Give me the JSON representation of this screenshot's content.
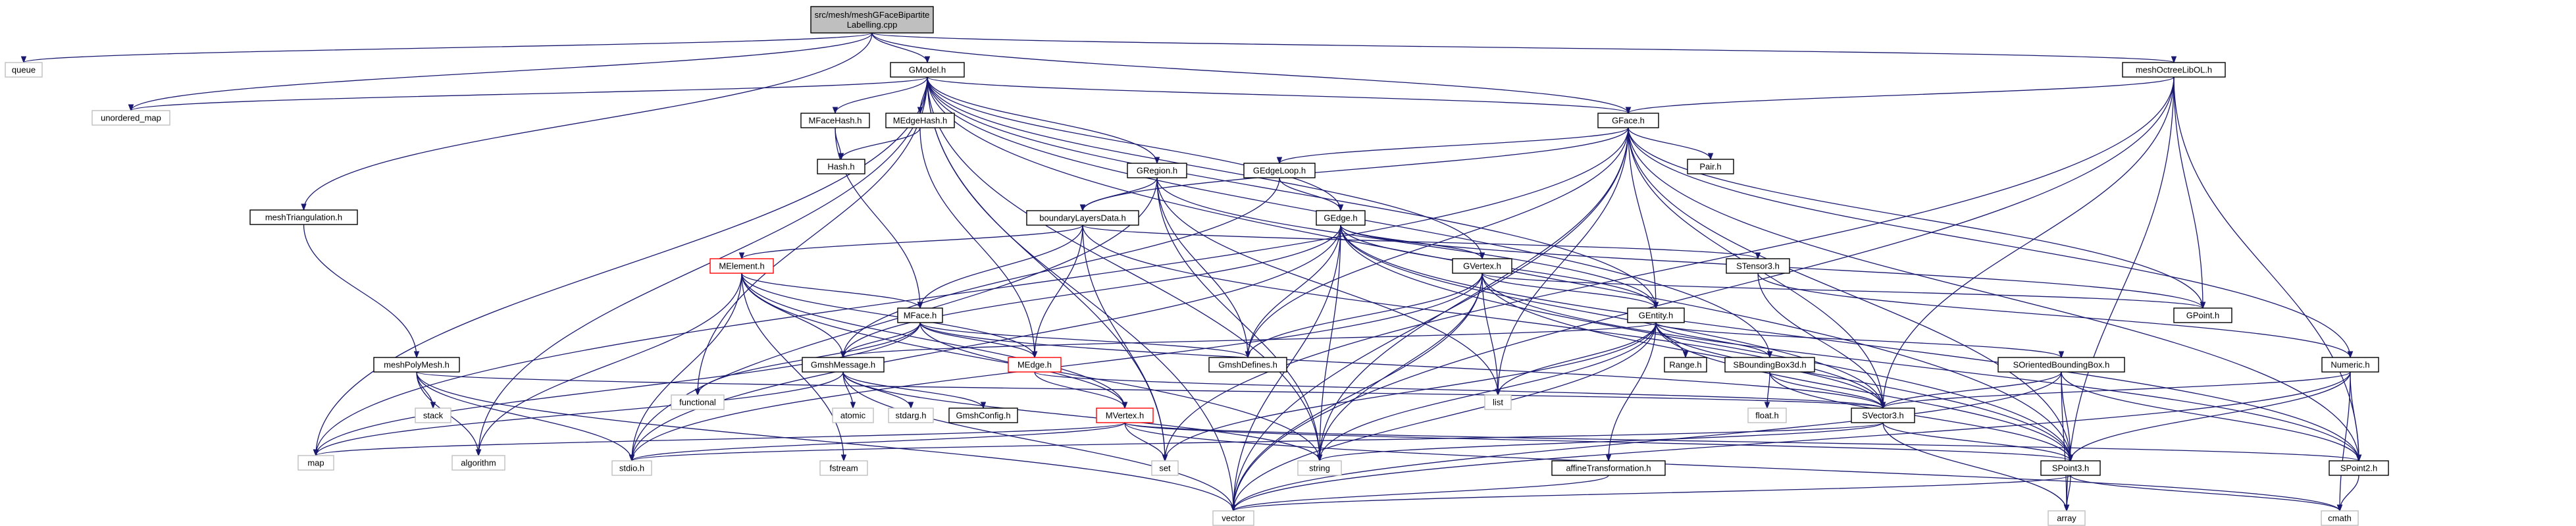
{
  "colors": {
    "edge": "#191970",
    "root_fill": "#bfbfbf",
    "node_fill": "#ffffff",
    "node_border": "#000000",
    "system_border": "#bfbfbf",
    "incomplete_border": "#ff0000"
  },
  "nodes": [
    {
      "id": "root",
      "label": "src/mesh/meshGFaceBipartite\nLabelling.cpp",
      "kind": "root"
    },
    {
      "id": "queue",
      "label": "queue",
      "kind": "system"
    },
    {
      "id": "unordered_map",
      "label": "unordered_map",
      "kind": "system"
    },
    {
      "id": "GModel",
      "label": "GModel.h",
      "kind": "normal"
    },
    {
      "id": "meshOctreeLibOL",
      "label": "meshOctreeLibOL.h",
      "kind": "normal"
    },
    {
      "id": "GFace",
      "label": "GFace.h",
      "kind": "normal"
    },
    {
      "id": "MFaceHash",
      "label": "MFaceHash.h",
      "kind": "normal"
    },
    {
      "id": "MEdgeHash",
      "label": "MEdgeHash.h",
      "kind": "normal"
    },
    {
      "id": "Hash",
      "label": "Hash.h",
      "kind": "normal"
    },
    {
      "id": "Pair",
      "label": "Pair.h",
      "kind": "normal"
    },
    {
      "id": "GRegion",
      "label": "GRegion.h",
      "kind": "normal"
    },
    {
      "id": "GEdgeLoop",
      "label": "GEdgeLoop.h",
      "kind": "normal"
    },
    {
      "id": "meshTriangulation",
      "label": "meshTriangulation.h",
      "kind": "normal"
    },
    {
      "id": "boundaryLayersData",
      "label": "boundaryLayersData.h",
      "kind": "normal"
    },
    {
      "id": "GEdge",
      "label": "GEdge.h",
      "kind": "normal"
    },
    {
      "id": "MElement",
      "label": "MElement.h",
      "kind": "incomplete"
    },
    {
      "id": "GVertex",
      "label": "GVertex.h",
      "kind": "normal"
    },
    {
      "id": "MFace",
      "label": "MFace.h",
      "kind": "normal"
    },
    {
      "id": "STensor3",
      "label": "STensor3.h",
      "kind": "normal"
    },
    {
      "id": "GPoint",
      "label": "GPoint.h",
      "kind": "normal"
    },
    {
      "id": "GEntity",
      "label": "GEntity.h",
      "kind": "normal"
    },
    {
      "id": "meshPolyMesh",
      "label": "meshPolyMesh.h",
      "kind": "normal"
    },
    {
      "id": "functional",
      "label": "functional",
      "kind": "system"
    },
    {
      "id": "GmshMessage",
      "label": "GmshMessage.h",
      "kind": "normal"
    },
    {
      "id": "MEdge",
      "label": "MEdge.h",
      "kind": "incomplete"
    },
    {
      "id": "GmshDefines",
      "label": "GmshDefines.h",
      "kind": "normal"
    },
    {
      "id": "list",
      "label": "list",
      "kind": "system"
    },
    {
      "id": "Range",
      "label": "Range.h",
      "kind": "normal"
    },
    {
      "id": "SBoundingBox3d",
      "label": "SBoundingBox3d.h",
      "kind": "normal"
    },
    {
      "id": "SOrientedBoundingBox",
      "label": "SOrientedBoundingBox.h",
      "kind": "normal"
    },
    {
      "id": "Numeric",
      "label": "Numeric.h",
      "kind": "normal"
    },
    {
      "id": "stack",
      "label": "stack",
      "kind": "system"
    },
    {
      "id": "algorithm",
      "label": "algorithm",
      "kind": "system"
    },
    {
      "id": "atomic",
      "label": "atomic",
      "kind": "system"
    },
    {
      "id": "stdarg",
      "label": "stdarg.h",
      "kind": "system"
    },
    {
      "id": "GmshConfig",
      "label": "GmshConfig.h",
      "kind": "normal"
    },
    {
      "id": "MVertex",
      "label": "MVertex.h",
      "kind": "incomplete"
    },
    {
      "id": "float",
      "label": "float.h",
      "kind": "system"
    },
    {
      "id": "SVector3",
      "label": "SVector3.h",
      "kind": "normal"
    },
    {
      "id": "map",
      "label": "map",
      "kind": "system"
    },
    {
      "id": "stdio",
      "label": "stdio.h",
      "kind": "system"
    },
    {
      "id": "fstream",
      "label": "fstream",
      "kind": "system"
    },
    {
      "id": "set",
      "label": "set",
      "kind": "system"
    },
    {
      "id": "string",
      "label": "string",
      "kind": "system"
    },
    {
      "id": "SPoint3",
      "label": "SPoint3.h",
      "kind": "normal"
    },
    {
      "id": "SPoint2",
      "label": "SPoint2.h",
      "kind": "normal"
    },
    {
      "id": "affineTransformation",
      "label": "affineTransformation.h",
      "kind": "normal"
    },
    {
      "id": "vector",
      "label": "vector",
      "kind": "system"
    },
    {
      "id": "array",
      "label": "array",
      "kind": "system"
    },
    {
      "id": "cmath",
      "label": "cmath",
      "kind": "system"
    }
  ],
  "edges": [
    [
      "root",
      "queue"
    ],
    [
      "root",
      "unordered_map"
    ],
    [
      "root",
      "GModel"
    ],
    [
      "root",
      "meshOctreeLibOL"
    ],
    [
      "root",
      "GFace"
    ],
    [
      "root",
      "meshTriangulation"
    ],
    [
      "GModel",
      "unordered_map"
    ],
    [
      "GModel",
      "MFaceHash"
    ],
    [
      "GModel",
      "MEdgeHash"
    ],
    [
      "GModel",
      "GFace"
    ],
    [
      "GModel",
      "GRegion"
    ],
    [
      "GModel",
      "GEdge"
    ],
    [
      "GModel",
      "GVertex"
    ],
    [
      "GModel",
      "GEntity"
    ],
    [
      "GModel",
      "SBoundingBox3d"
    ],
    [
      "GModel",
      "SPoint3"
    ],
    [
      "GModel",
      "functional"
    ],
    [
      "GModel",
      "algorithm"
    ],
    [
      "GModel",
      "map"
    ],
    [
      "GModel",
      "set"
    ],
    [
      "GModel",
      "string"
    ],
    [
      "GModel",
      "vector"
    ],
    [
      "meshOctreeLibOL",
      "GFace"
    ],
    [
      "meshOctreeLibOL",
      "GPoint"
    ],
    [
      "meshOctreeLibOL",
      "SPoint2"
    ],
    [
      "meshOctreeLibOL",
      "vector"
    ],
    [
      "meshOctreeLibOL",
      "array"
    ],
    [
      "meshOctreeLibOL",
      "set"
    ],
    [
      "meshOctreeLibOL",
      "SVector3"
    ],
    [
      "GFace",
      "GEdgeLoop"
    ],
    [
      "GFace",
      "Pair"
    ],
    [
      "GFace",
      "GEntity"
    ],
    [
      "GFace",
      "GPoint"
    ],
    [
      "GFace",
      "boundaryLayersData"
    ],
    [
      "GFace",
      "GmshDefines"
    ],
    [
      "GFace",
      "list"
    ],
    [
      "GFace",
      "string"
    ],
    [
      "GFace",
      "vector"
    ],
    [
      "GFace",
      "map"
    ],
    [
      "GFace",
      "SPoint2"
    ],
    [
      "GFace",
      "SVector3"
    ],
    [
      "GFace",
      "SPoint3"
    ],
    [
      "GFace",
      "Numeric"
    ],
    [
      "MFaceHash",
      "Hash"
    ],
    [
      "MFaceHash",
      "MFace"
    ],
    [
      "MEdgeHash",
      "Hash"
    ],
    [
      "MEdgeHash",
      "MEdge"
    ],
    [
      "GRegion",
      "boundaryLayersData"
    ],
    [
      "GRegion",
      "GEntity"
    ],
    [
      "GRegion",
      "GmshDefines"
    ],
    [
      "GRegion",
      "list"
    ],
    [
      "GRegion",
      "string"
    ],
    [
      "GRegion",
      "stdio"
    ],
    [
      "GEdgeLoop",
      "GEdge"
    ],
    [
      "GEdgeLoop",
      "GmshMessage"
    ],
    [
      "meshTriangulation",
      "meshPolyMesh"
    ],
    [
      "boundaryLayersData",
      "MElement"
    ],
    [
      "boundaryLayersData",
      "MFace"
    ],
    [
      "boundaryLayersData",
      "MEdge"
    ],
    [
      "boundaryLayersData",
      "STensor3"
    ],
    [
      "boundaryLayersData",
      "SVector3"
    ],
    [
      "boundaryLayersData",
      "set"
    ],
    [
      "GEdge",
      "GVertex"
    ],
    [
      "GEdge",
      "GEntity"
    ],
    [
      "GEdge",
      "GmshDefines"
    ],
    [
      "GEdge",
      "GmshMessage"
    ],
    [
      "GEdge",
      "string"
    ],
    [
      "GEdge",
      "vector"
    ],
    [
      "GEdge",
      "SVector3"
    ],
    [
      "GEdge",
      "SPoint3"
    ],
    [
      "GEdge",
      "SPoint2"
    ],
    [
      "GEdge",
      "GPoint"
    ],
    [
      "GEdge",
      "stdio"
    ],
    [
      "MElement",
      "MFace"
    ],
    [
      "MElement",
      "MEdge"
    ],
    [
      "MElement",
      "MVertex"
    ],
    [
      "MElement",
      "GmshMessage"
    ],
    [
      "MElement",
      "algorithm"
    ],
    [
      "MElement",
      "stdio"
    ],
    [
      "MElement",
      "fstream"
    ],
    [
      "MElement",
      "string"
    ],
    [
      "GVertex",
      "GEntity"
    ],
    [
      "GVertex",
      "GPoint"
    ],
    [
      "GVertex",
      "SPoint2"
    ],
    [
      "GVertex",
      "GmshDefines"
    ],
    [
      "GVertex",
      "list"
    ],
    [
      "GVertex",
      "string"
    ],
    [
      "GVertex",
      "vector"
    ],
    [
      "GVertex",
      "stdio"
    ],
    [
      "GVertex",
      "SPoint3"
    ],
    [
      "MFace",
      "MVertex"
    ],
    [
      "MFace",
      "MEdge"
    ],
    [
      "MFace",
      "SVector3"
    ],
    [
      "MFace",
      "GmshMessage"
    ],
    [
      "MFace",
      "functional"
    ],
    [
      "MFace",
      "GmshDefines"
    ],
    [
      "MFace",
      "map"
    ],
    [
      "STensor3",
      "SVector3"
    ],
    [
      "STensor3",
      "Numeric"
    ],
    [
      "GEntity",
      "list"
    ],
    [
      "GEntity",
      "Range"
    ],
    [
      "GEntity",
      "SBoundingBox3d"
    ],
    [
      "GEntity",
      "SOrientedBoundingBox"
    ],
    [
      "GEntity",
      "affineTransformation"
    ],
    [
      "GEntity",
      "GmshMessage"
    ],
    [
      "GEntity",
      "string"
    ],
    [
      "GEntity",
      "vector"
    ],
    [
      "GEntity",
      "set"
    ],
    [
      "GEntity",
      "SVector3"
    ],
    [
      "GEntity",
      "SPoint3"
    ],
    [
      "meshPolyMesh",
      "stack"
    ],
    [
      "meshPolyMesh",
      "algorithm"
    ],
    [
      "meshPolyMesh",
      "SVector3"
    ],
    [
      "meshPolyMesh",
      "stdio"
    ],
    [
      "meshPolyMesh",
      "vector"
    ],
    [
      "GmshMessage",
      "atomic"
    ],
    [
      "GmshMessage",
      "stdarg"
    ],
    [
      "GmshMessage",
      "GmshConfig"
    ],
    [
      "GmshMessage",
      "map"
    ],
    [
      "GmshMessage",
      "string"
    ],
    [
      "GmshMessage",
      "vector"
    ],
    [
      "MEdge",
      "MVertex"
    ],
    [
      "MEdge",
      "SVector3"
    ],
    [
      "SBoundingBox3d",
      "float"
    ],
    [
      "SBoundingBox3d",
      "SPoint3"
    ],
    [
      "SBoundingBox3d",
      "SVector3"
    ],
    [
      "SOrientedBoundingBox",
      "SVector3"
    ],
    [
      "SOrientedBoundingBox",
      "SPoint3"
    ],
    [
      "SOrientedBoundingBox",
      "SPoint2"
    ],
    [
      "SOrientedBoundingBox",
      "vector"
    ],
    [
      "SOrientedBoundingBox",
      "array"
    ],
    [
      "Numeric",
      "SPoint2"
    ],
    [
      "Numeric",
      "SPoint3"
    ],
    [
      "Numeric",
      "SVector3"
    ],
    [
      "Numeric",
      "vector"
    ],
    [
      "Numeric",
      "cmath"
    ],
    [
      "MVertex",
      "SPoint3"
    ],
    [
      "MVertex",
      "SPoint2"
    ],
    [
      "MVertex",
      "set"
    ],
    [
      "MVertex",
      "cmath"
    ],
    [
      "MVertex",
      "stdio"
    ],
    [
      "MVertex",
      "map"
    ],
    [
      "SVector3",
      "SPoint3"
    ],
    [
      "SVector3",
      "string"
    ],
    [
      "SVector3",
      "stdio"
    ],
    [
      "SVector3",
      "array"
    ],
    [
      "SPoint3",
      "vector"
    ],
    [
      "SPoint3",
      "array"
    ],
    [
      "SPoint3",
      "cmath"
    ],
    [
      "SPoint2",
      "cmath"
    ],
    [
      "affineTransformation",
      "vector"
    ]
  ]
}
